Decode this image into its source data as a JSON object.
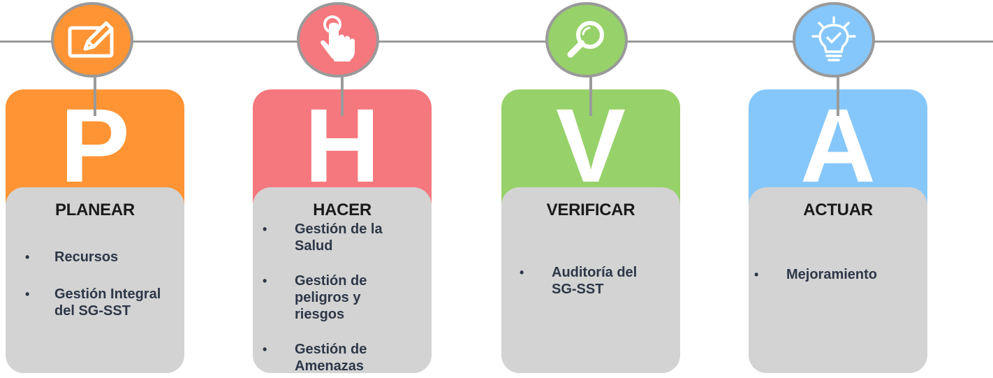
{
  "colors": {
    "planear": "#ff9434",
    "hacer": "#f5787e",
    "verificar": "#97d16a",
    "actuar": "#85c7fb",
    "line": "#9a9a9a",
    "panel": "#d3d3d3"
  },
  "stages": [
    {
      "letter": "P",
      "heading": "PLANEAR",
      "icon": "edit-icon",
      "items": [
        "Recursos",
        "Gestión Integral del SG-SST"
      ]
    },
    {
      "letter": "H",
      "heading": "HACER",
      "icon": "touch-hand-icon",
      "items": [
        "Gestión de la Salud",
        "Gestión de peligros y riesgos",
        "Gestión de Amenazas"
      ]
    },
    {
      "letter": "V",
      "heading": "VERIFICAR",
      "icon": "magnifier-icon",
      "items": [
        "Auditoría del SG-SST"
      ]
    },
    {
      "letter": "A",
      "heading": "ACTUAR",
      "icon": "lightbulb-check-icon",
      "items": [
        "Mejoramiento"
      ]
    }
  ]
}
